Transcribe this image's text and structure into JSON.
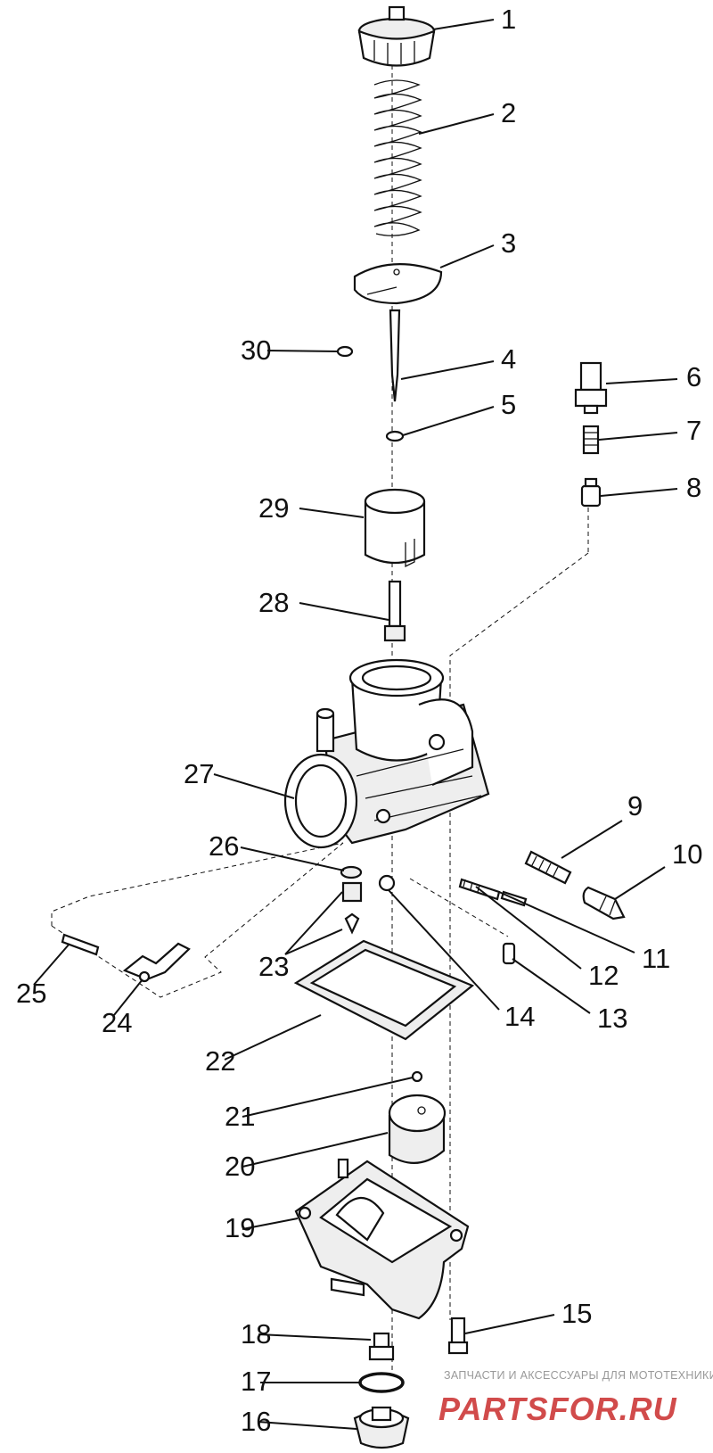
{
  "parts": [
    {
      "id": "p1",
      "text": "1"
    },
    {
      "id": "p2",
      "text": "2"
    },
    {
      "id": "p3",
      "text": "3"
    },
    {
      "id": "p4",
      "text": "4"
    },
    {
      "id": "p5",
      "text": "5"
    },
    {
      "id": "p6",
      "text": "6"
    },
    {
      "id": "p7",
      "text": "7"
    },
    {
      "id": "p8",
      "text": "8"
    },
    {
      "id": "p9",
      "text": "9"
    },
    {
      "id": "p10",
      "text": "10"
    },
    {
      "id": "p11",
      "text": "11"
    },
    {
      "id": "p12",
      "text": "12"
    },
    {
      "id": "p13",
      "text": "13"
    },
    {
      "id": "p14",
      "text": "14"
    },
    {
      "id": "p15",
      "text": "15"
    },
    {
      "id": "p16",
      "text": "16"
    },
    {
      "id": "p17",
      "text": "17"
    },
    {
      "id": "p18",
      "text": "18"
    },
    {
      "id": "p19",
      "text": "19"
    },
    {
      "id": "p20",
      "text": "20"
    },
    {
      "id": "p21",
      "text": "21"
    },
    {
      "id": "p22",
      "text": "22"
    },
    {
      "id": "p23",
      "text": "23"
    },
    {
      "id": "p24",
      "text": "24"
    },
    {
      "id": "p25",
      "text": "25"
    },
    {
      "id": "p26",
      "text": "26"
    },
    {
      "id": "p27",
      "text": "27"
    },
    {
      "id": "p28",
      "text": "28"
    },
    {
      "id": "p29",
      "text": "29"
    },
    {
      "id": "p30",
      "text": "30"
    }
  ],
  "watermark": {
    "caption": "ЗАПЧАСТИ И АКСЕССУАРЫ ДЛЯ МОТОТЕХНИКИ",
    "logo": "PARTSFOR.RU"
  }
}
